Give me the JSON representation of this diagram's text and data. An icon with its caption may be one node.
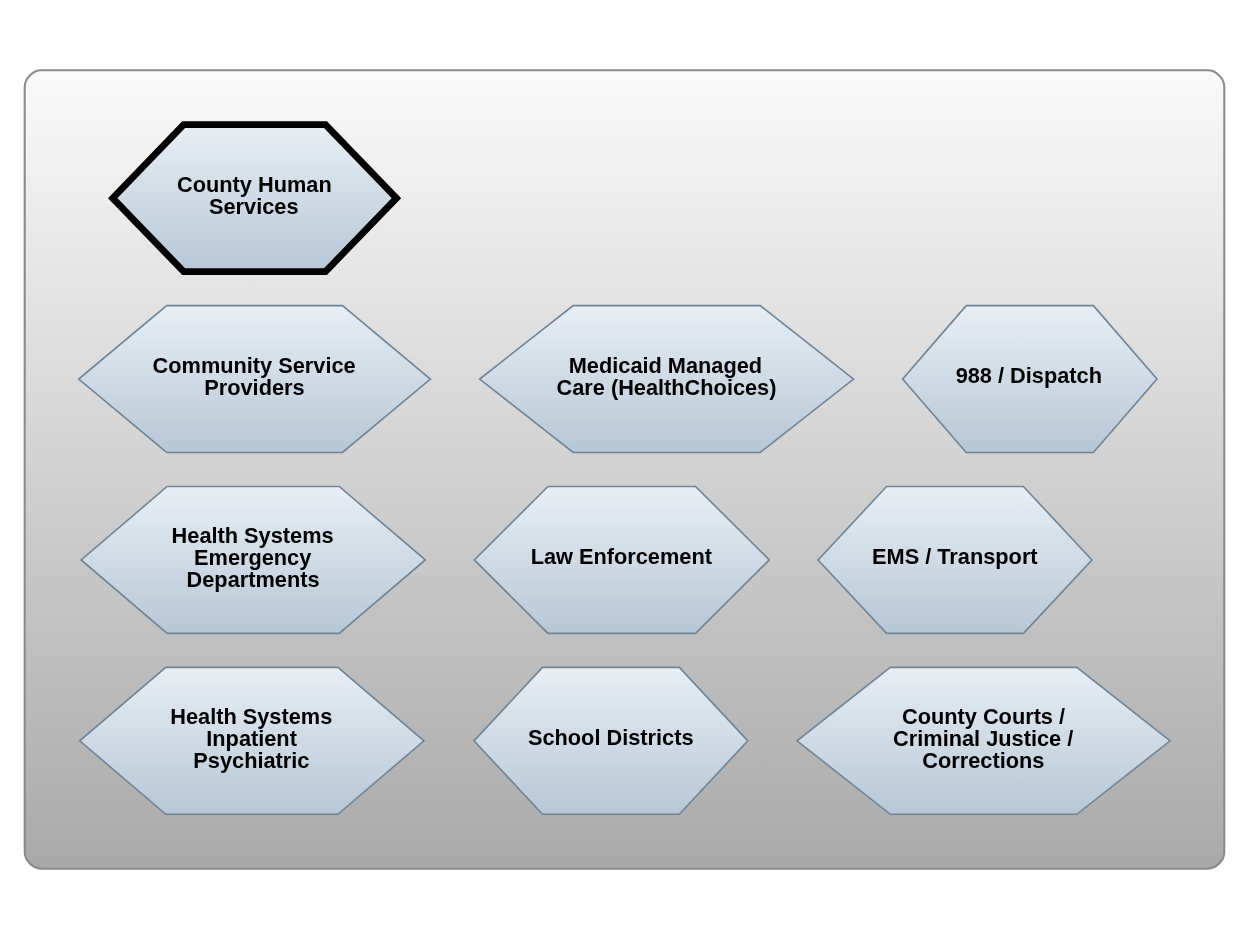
{
  "diagram": {
    "nodes": [
      {
        "text": [],
        "shape": "ellipse"
      },
      {
        "text": [
          "County Human Services"
        ],
        "in": 0
      },
      {
        "text": [
          "Medicaid Managed Care (HealthChoices)"
        ],
        "in": 0
      },
      {
        "text": [
          "988 / Dispatch"
        ],
        "in": 0
      },
      {
        "text": [
          "Community Service Providers"
        ],
        "in": 0
      },
      {
        "text": [
          "Law Enforcement"
        ],
        "in": 0
      },
      {
        "text": [
          "EMS / Transport"
        ],
        "in": 0
      },
      {
        "text": [
          "Health Systems Emergency Departments"
        ],
        "in": 0
      },
      {
        "text": [
          "School Districts"
        ],
        "in": 0
      },
      {
        "text": [
          "County Courts / Criminal Justice / Corrections"
        ],
        "in": 0
      },
      {
        "text": [
          "Health Systems Inpatient Psychiatric"
        ],
        "in": 0
      }
    ],
    "edges": []
  }
}
